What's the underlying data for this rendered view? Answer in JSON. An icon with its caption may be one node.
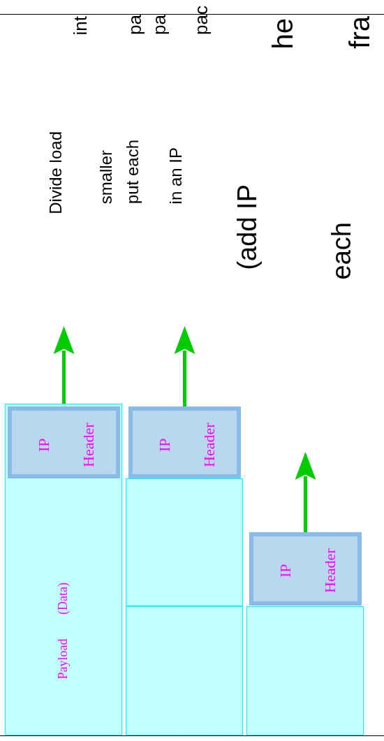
{
  "diagram": {
    "nodes": [
      {
        "text": [
          "Payload (Data)"
        ]
      },
      {
        "text": [
          "IP Header"
        ],
        "in": 0
      },
      {
        "text": [
          "IP Header"
        ]
      },
      {
        "text": [],
        "shape": "box"
      },
      {
        "text": [],
        "shape": "box"
      },
      {
        "text": [
          "IP Header"
        ]
      },
      {
        "text": [],
        "shape": "box"
      }
    ],
    "edges": [
      {
        "from": 1,
        "to": null,
        "arrow": "to"
      },
      {
        "from": 2,
        "to": null,
        "arrow": "to"
      },
      {
        "from": 5,
        "to": null,
        "arrow": "to"
      }
    ],
    "labels": [
      "int",
      "pa",
      "pa",
      "pac",
      "he",
      "fra",
      "Divide load",
      "smaller",
      "put each",
      "in an IP",
      "(add IP",
      "each"
    ]
  }
}
